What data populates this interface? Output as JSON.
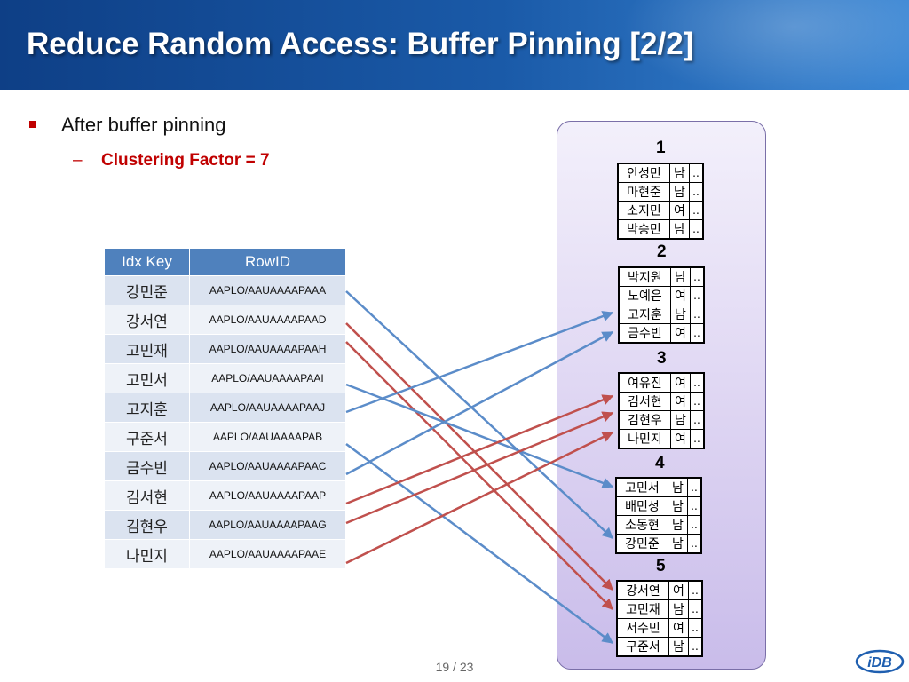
{
  "slide": {
    "title": "Reduce Random Access: Buffer Pinning [2/2]",
    "bullet": "After buffer pinning",
    "sub_bullet": "Clustering Factor = 7",
    "sub_dash": "–",
    "page_number": "19 / 23",
    "logo_text": "iDB"
  },
  "index_table": {
    "headers": [
      "Idx Key",
      "RowID"
    ],
    "rows": [
      {
        "key": "강민준",
        "rowid": "AAPLO/AAUAAAAPAAA"
      },
      {
        "key": "강서연",
        "rowid": "AAPLO/AAUAAAAPAAD"
      },
      {
        "key": "고민재",
        "rowid": "AAPLO/AAUAAAAPAAH"
      },
      {
        "key": "고민서",
        "rowid": "AAPLO/AAUAAAAPAAI"
      },
      {
        "key": "고지훈",
        "rowid": "AAPLO/AAUAAAAPAAJ"
      },
      {
        "key": "구준서",
        "rowid": "AAPLO/AAUAAAAPAB"
      },
      {
        "key": "금수빈",
        "rowid": "AAPLO/AAUAAAAPAAC"
      },
      {
        "key": "김서현",
        "rowid": "AAPLO/AAUAAAAPAAP"
      },
      {
        "key": "김현우",
        "rowid": "AAPLO/AAUAAAAPAAG"
      },
      {
        "key": "나민지",
        "rowid": "AAPLO/AAUAAAAPAAE"
      }
    ]
  },
  "blocks": [
    {
      "label": "1",
      "rows": [
        [
          "안성민",
          "남",
          ".."
        ],
        [
          "마현준",
          "남",
          ".."
        ],
        [
          "소지민",
          "여",
          ".."
        ],
        [
          "박승민",
          "남",
          ".."
        ]
      ]
    },
    {
      "label": "2",
      "rows": [
        [
          "박지원",
          "남",
          ".."
        ],
        [
          "노예은",
          "여",
          ".."
        ],
        [
          "고지훈",
          "남",
          ".."
        ],
        [
          "금수빈",
          "여",
          ".."
        ]
      ]
    },
    {
      "label": "3",
      "rows": [
        [
          "여유진",
          "여",
          ".."
        ],
        [
          "김서현",
          "여",
          ".."
        ],
        [
          "김현우",
          "남",
          ".."
        ],
        [
          "나민지",
          "여",
          ".."
        ]
      ]
    },
    {
      "label": "4",
      "rows": [
        [
          "고민서",
          "남",
          ".."
        ],
        [
          "배민성",
          "남",
          ".."
        ],
        [
          "소동현",
          "남",
          ".."
        ],
        [
          "강민준",
          "남",
          ".."
        ]
      ]
    },
    {
      "label": "5",
      "rows": [
        [
          "강서연",
          "여",
          ".."
        ],
        [
          "고민재",
          "남",
          ".."
        ],
        [
          "서수민",
          "여",
          ".."
        ],
        [
          "구준서",
          "남",
          ".."
        ]
      ]
    }
  ],
  "colors": {
    "blue_arrow": "#5b8cc9",
    "red_arrow": "#c0504d",
    "header_blue": "#4f81bd",
    "accent_red": "#c00000"
  }
}
